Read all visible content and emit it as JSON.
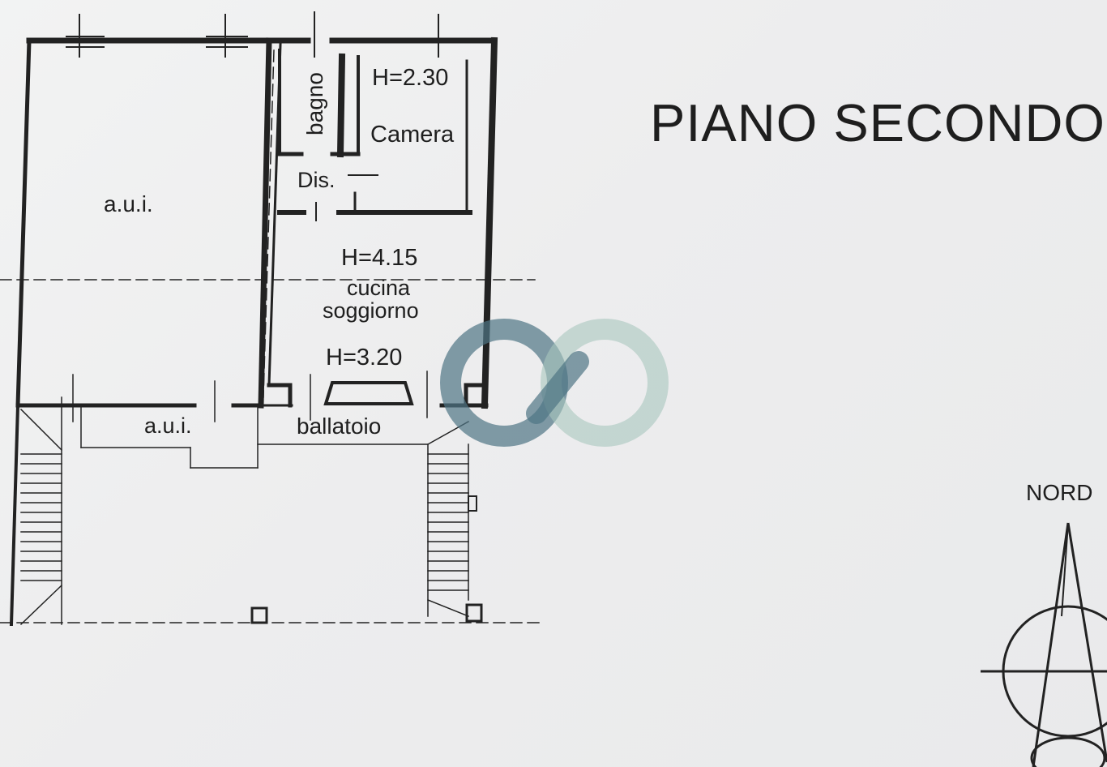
{
  "title": "PIANO SECONDO",
  "north": "NORD",
  "rooms": {
    "aui_main": "a.u.i.",
    "aui_small": "a.u.i.",
    "bagno": "bagno",
    "camera_h": "H=2.30",
    "camera": "Camera",
    "dis": "Dis.",
    "cucina_h": "H=4.15",
    "cucina": "cucina",
    "soggiorno": "soggiorno",
    "ballatoio_h": "H=3.20",
    "ballatoio": "ballatoio"
  }
}
